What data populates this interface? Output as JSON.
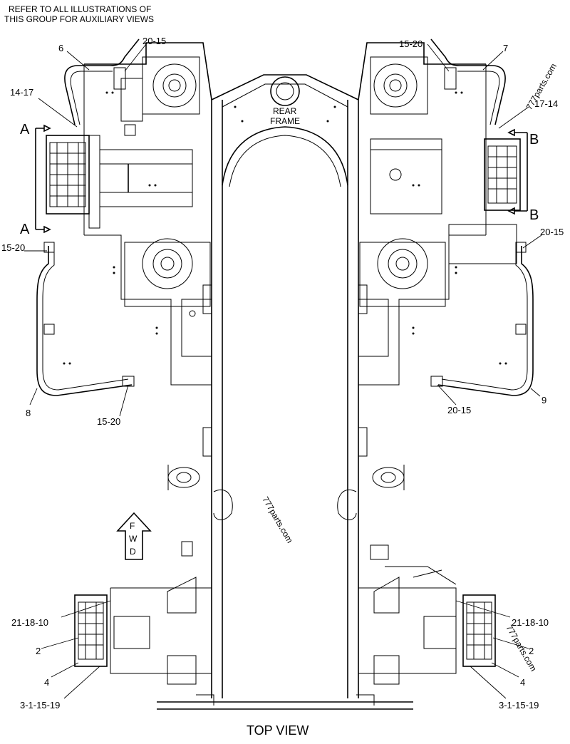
{
  "header": {
    "note_line1": "REFER TO ALL ILLUSTRATIONS OF",
    "note_line2": "THIS GROUP FOR AUXILIARY VIEWS"
  },
  "frame": {
    "label_line1": "REAR",
    "label_line2": "FRAME"
  },
  "forward_arrow": {
    "letters": [
      "F",
      "W",
      "D"
    ]
  },
  "section_markers": {
    "a_top": "A",
    "a_bottom": "A",
    "b_top": "B",
    "b_bottom": "B"
  },
  "callouts": {
    "c6": "6",
    "c7": "7",
    "c8": "8",
    "c9": "9",
    "c20_15_top_left": "20-15",
    "c15_20_top_right": "15-20",
    "c14_17": "14-17",
    "c17_14": "17-14",
    "c15_20_left": "15-20",
    "c20_15_right": "20-15",
    "c15_20_bottom_left": "15-20",
    "c20_15_bottom_right": "20-15",
    "c21_18_10_left": "21-18-10",
    "c21_18_10_right": "21-18-10",
    "c2_left": "2",
    "c2_right": "2",
    "c4_left": "4",
    "c4_right": "4",
    "c3_1_15_19_left": "3-1-15-19",
    "c3_1_15_19_right": "3-1-15-19"
  },
  "watermarks": {
    "center": "777parts.com",
    "top_right": "777parts.com",
    "bottom_right": "777parts.com"
  },
  "footer": {
    "view_title": "TOP VIEW"
  }
}
